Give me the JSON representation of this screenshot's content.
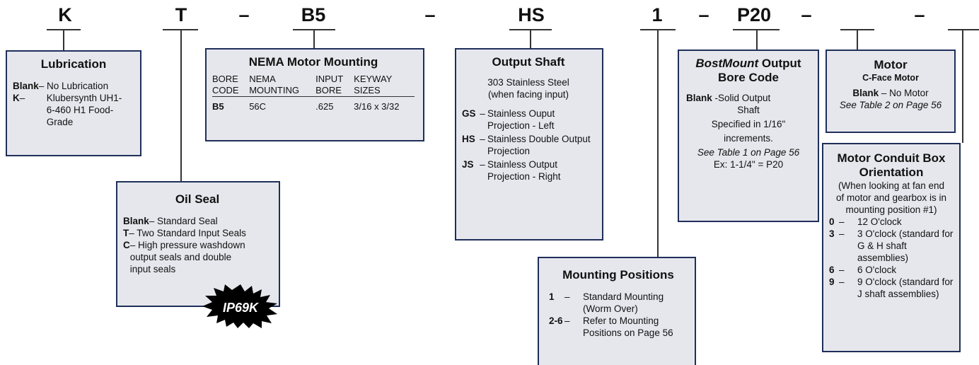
{
  "codes": [
    {
      "label": "K"
    },
    {
      "label": "T"
    },
    {
      "label": "–"
    },
    {
      "label": "B5"
    },
    {
      "label": "–"
    },
    {
      "label": "HS"
    },
    {
      "label": "1"
    },
    {
      "label": "–"
    },
    {
      "label": "P20"
    },
    {
      "label": "–"
    },
    {
      "label": "–"
    }
  ],
  "lubrication": {
    "title": "Lubrication",
    "items": [
      {
        "key": "Blank",
        "desc": " – No Lubrication"
      },
      {
        "key": "K",
        "desc": "Klubersynth UH1-6-460 H1 Food-Grade",
        "sep": " –"
      }
    ]
  },
  "oil_seal": {
    "title": "Oil Seal",
    "items": [
      {
        "key": "Blank",
        "desc": "– Standard Seal"
      },
      {
        "key": "T",
        "desc": "– Two Standard Input Seals"
      },
      {
        "key": "C",
        "desc": "– High pressure washdown output seals and double input seals"
      }
    ],
    "badge": "IP69K"
  },
  "nema": {
    "title": "NEMA Motor Mounting",
    "headers": [
      [
        "BORE",
        "CODE"
      ],
      [
        "NEMA",
        "MOUNTING"
      ],
      [
        "INPUT",
        "BORE"
      ],
      [
        "KEYWAY",
        "SIZES"
      ]
    ],
    "row": [
      "B5",
      "56C",
      ".625",
      "3/16 x 3/32"
    ]
  },
  "output_shaft": {
    "title": "Output Shaft",
    "subtitle1": "303 Stainless Steel",
    "subtitle2": "(when facing input)",
    "items": [
      {
        "key": "GS",
        "desc": "Stainless Ouput Projection - Left"
      },
      {
        "key": "HS",
        "desc": "Stainless Double Output Projection"
      },
      {
        "key": "JS",
        "desc": "Stainless Output Projection - Right"
      }
    ]
  },
  "mounting_positions": {
    "title": "Mounting Positions",
    "items": [
      {
        "key": "1",
        "desc": "Standard Mounting (Worm Over)"
      },
      {
        "key": "2-6",
        "desc": "Refer to Mounting Positions on Page 56"
      }
    ]
  },
  "bostmount": {
    "title_italic": "BostMount",
    "title_rest": " Output",
    "title2": "Bore Code",
    "blank_key": "Blank",
    "blank_desc": " -Solid Output",
    "line2": "Shaft",
    "line3": "Specified in 1/16\"",
    "line4": "increments.",
    "line5": "See Table 1 on Page 56",
    "line6": "Ex: 1-1/4\" = P20"
  },
  "motor": {
    "title": "Motor",
    "subtitle": "C-Face Motor",
    "blank_key": "Blank",
    "blank_desc": " – No Motor",
    "note": "See Table 2 on Page 56"
  },
  "conduit": {
    "title1": "Motor Conduit Box",
    "title2": "Orientation",
    "note1": "(When looking at fan end",
    "note2": "of motor and gearbox is in",
    "note3": "mounting position #1)",
    "items": [
      {
        "key": "0",
        "desc": "12 O'clock"
      },
      {
        "key": "3",
        "desc": "3 O'clock (standard for G & H shaft assemblies)"
      },
      {
        "key": "6",
        "desc": "6 O'clock"
      },
      {
        "key": "9",
        "desc": "9 O'clock (standard for J shaft assemblies)"
      }
    ]
  }
}
